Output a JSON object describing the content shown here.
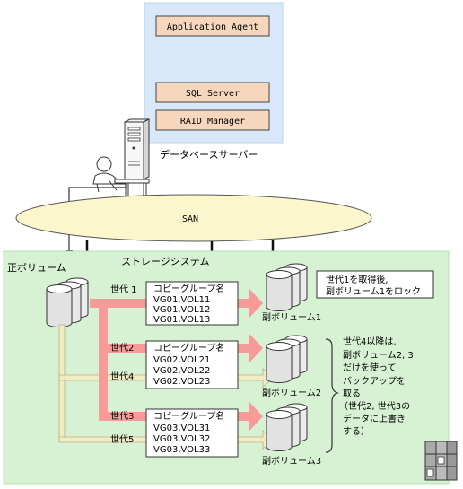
{
  "server": {
    "boxes": [
      "Application Agent",
      "SQL Server",
      "RAID Manager"
    ],
    "label": "データベースサーバー"
  },
  "network": {
    "label": "SAN"
  },
  "storage": {
    "label": "ストレージシステム",
    "primary_label": "正ボリューム",
    "generations": [
      {
        "label": "世代 1",
        "group": {
          "title": "コピーグループ名",
          "items": [
            "VG01,VOL11",
            "VG01,VOL12",
            "VG01,VOL13"
          ]
        },
        "secondary_label": "副ボリューム1"
      },
      {
        "label": "世代2",
        "group": {
          "title": "コピーグループ名",
          "items": [
            "VG02,VOL21",
            "VG02,VOL22",
            "VG02,VOL23"
          ]
        },
        "secondary_label": "副ボリューム2"
      },
      {
        "label": "世代4"
      },
      {
        "label": "世代3",
        "group": {
          "title": "コピーグループ名",
          "items": [
            "VG03,VOL31",
            "VG03,VOL32",
            "VG03,VOL33"
          ]
        },
        "secondary_label": "副ボリューム3"
      },
      {
        "label": "世代5"
      }
    ],
    "note1": [
      "世代1を取得後,",
      "副ボリューム1をロック"
    ],
    "note2": [
      "世代4以降は,",
      "副ボリューム2, 3",
      "だけを使って",
      "バックアップを",
      "取る",
      "（世代2, 世代3の",
      "データに上書き",
      "する）"
    ]
  },
  "colors": {
    "server_area": "#d8e8f8",
    "storage_area": "#d7f2d3",
    "app_box": "#f6d7bd",
    "san": "#fbf6cb",
    "active_arrow": "#f79a9a",
    "inactive_arrow": "#f1ecc2"
  },
  "icons": [
    "server-tower-icon",
    "user-icon",
    "volume-cylinder-icon",
    "storage-cabinet-icon"
  ]
}
